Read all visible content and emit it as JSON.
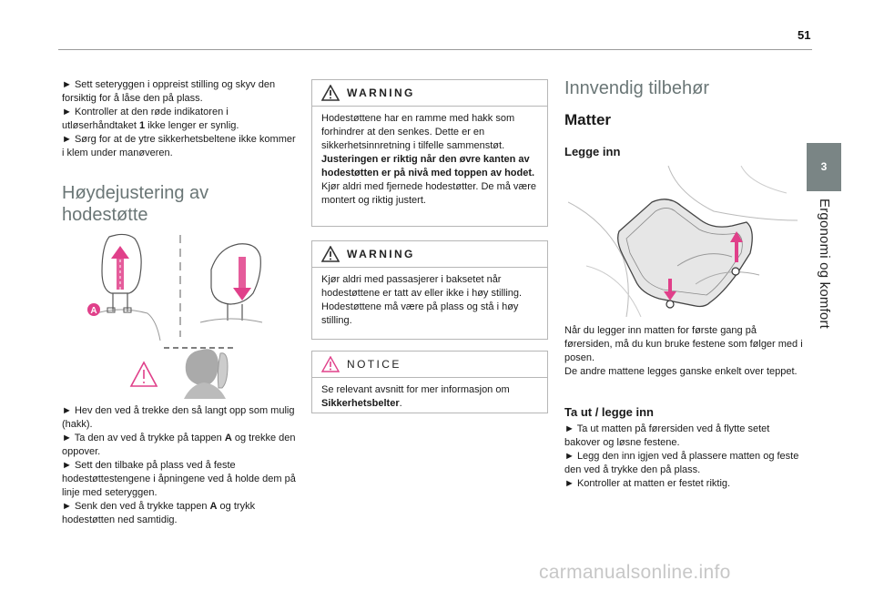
{
  "header": {
    "page_number": "51"
  },
  "side_tab": {
    "number": "3",
    "title": "Ergonomi og komfort"
  },
  "col1": {
    "intro": [
      "► Sett seteryggen i oppreist stilling og skyv den forsiktig for å låse den på plass.",
      "► Kontroller at den røde indikatoren i utløserhåndtaket ",
      "1",
      " ikke lenger er synlig.",
      "► Sørg for at de ytre sikkerhetsbeltene ikke kommer i klem under manøveren."
    ],
    "heading": "Høydejustering av hodestøtte",
    "figure_label_a": "A",
    "steps": {
      "s1": "► Hev den ved å trekke den så langt opp som mulig (hakk).",
      "s2a": "► Ta den av ved å trykke på tappen ",
      "s2b": "A",
      "s2c": " og trekke den oppover.",
      "s3": "► Sett den tilbake på plass ved å feste hodestøttestengene i åpningene ved å holde dem på linje med seteryggen.",
      "s4a": "► Senk den ved å trykke tappen ",
      "s4b": "A",
      "s4c": " og trykk hodestøtten ned samtidig."
    }
  },
  "warning1": {
    "label": "WARNING",
    "text1": "Hodestøttene har en ramme med hakk som forhindrer at den senkes. Dette er en sikkerhetsinnretning i tilfelle sammenstøt.",
    "text_bold": "Justeringen er riktig når den øvre kanten av hodestøtten er på nivå med toppen av hodet.",
    "text2": "Kjør aldri med fjernede hodestøtter. De må være montert og riktig justert."
  },
  "warning2": {
    "label": "WARNING",
    "text": "Kjør aldri med passasjerer i baksetet når hodestøttene er tatt av eller ikke i høy stilling. Hodestøttene må være på plass og stå i høy stilling."
  },
  "notice": {
    "label": "NOTICE",
    "text": "Se relevant avsnitt for mer informasjon om ",
    "bold": "Sikkerhetsbelter",
    "end": "."
  },
  "col3": {
    "h_section": "Innvendig tilbehør",
    "h_matter": "Matter",
    "h_legge": "Legge inn",
    "p1": "Når du legger inn matten for første gang på førersiden, må du kun bruke festene som følger med i posen.",
    "p2": "De andre mattene legges ganske enkelt over teppet.",
    "h_taut": "Ta ut / legge inn",
    "b1": "► Ta ut matten på førersiden ved å flytte setet bakover og løsne festene.",
    "b2": "► Legg den inn igjen ved å plassere matten og feste den ved å trykke den på plass.",
    "b3": "► Kontroller at matten er festet riktig."
  },
  "footer": {
    "watermark": "carmanualsonline.info"
  },
  "colors": {
    "accent": "#e0408a",
    "tab": "#7a8585",
    "heading": "#6a7676"
  }
}
